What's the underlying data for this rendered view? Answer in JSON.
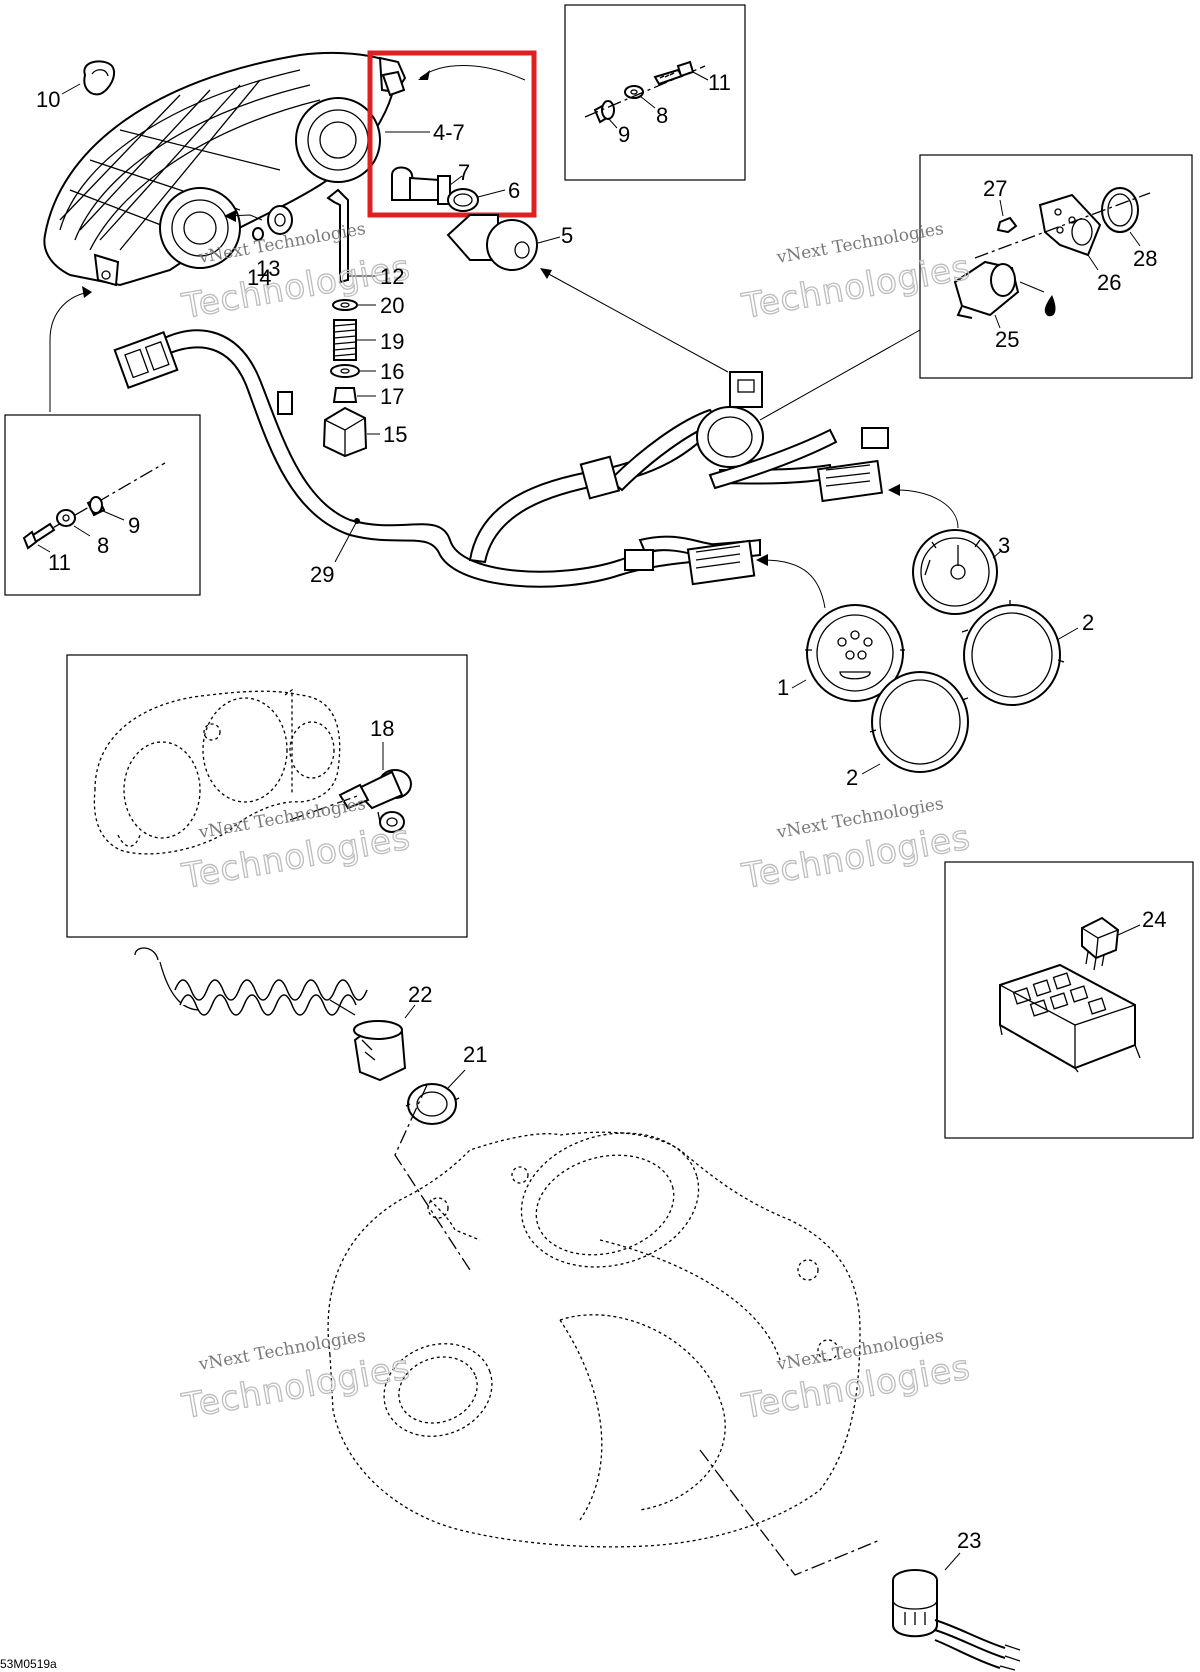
{
  "labels": {
    "l10": "10",
    "l4_7": "4-7",
    "l7": "7",
    "l6": "6",
    "l5": "5",
    "l11a": "11",
    "l8a": "8",
    "l9a": "9",
    "l14": "14",
    "l13": "13",
    "l12": "12",
    "l20": "20",
    "l19": "19",
    "l16": "16",
    "l17": "17",
    "l15": "15",
    "l27": "27",
    "l28": "28",
    "l26": "26",
    "l25": "25",
    "l9b": "9",
    "l8b": "8",
    "l11b": "11",
    "l29": "29",
    "l3": "3",
    "l2a": "2",
    "l1": "1",
    "l2b": "2",
    "l18": "18",
    "l24": "24",
    "l22": "22",
    "l21": "21",
    "l23": "23"
  },
  "watermark": {
    "line1": "vNext Technologies",
    "line2": "Technologies",
    "overlay": "vNext"
  },
  "figure_number": "53M0519a",
  "colors": {
    "highlight": "#e02020",
    "ink": "#000000",
    "watermark": "#bdbdbd"
  }
}
